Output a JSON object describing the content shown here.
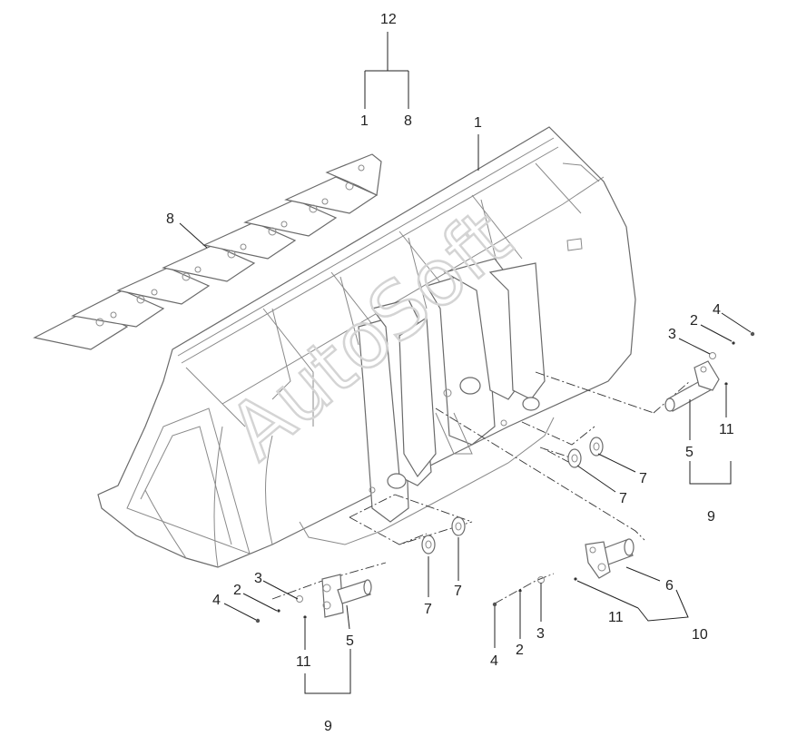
{
  "watermark": "AutoSoft",
  "callouts": {
    "c12": "12",
    "c1a": "1",
    "c8a": "8",
    "c1b": "1",
    "c8b": "8",
    "r4": "4",
    "r2": "2",
    "r3": "3",
    "r5": "5",
    "r11": "11",
    "r9": "9",
    "r7a": "7",
    "r7b": "7",
    "l7a": "7",
    "l7b": "7",
    "l4": "4",
    "l2": "2",
    "l3": "3",
    "l5": "5",
    "l11": "11",
    "l9": "9",
    "b4": "4",
    "b2": "2",
    "b3": "3",
    "b6": "6",
    "b11": "11",
    "b10": "10"
  }
}
